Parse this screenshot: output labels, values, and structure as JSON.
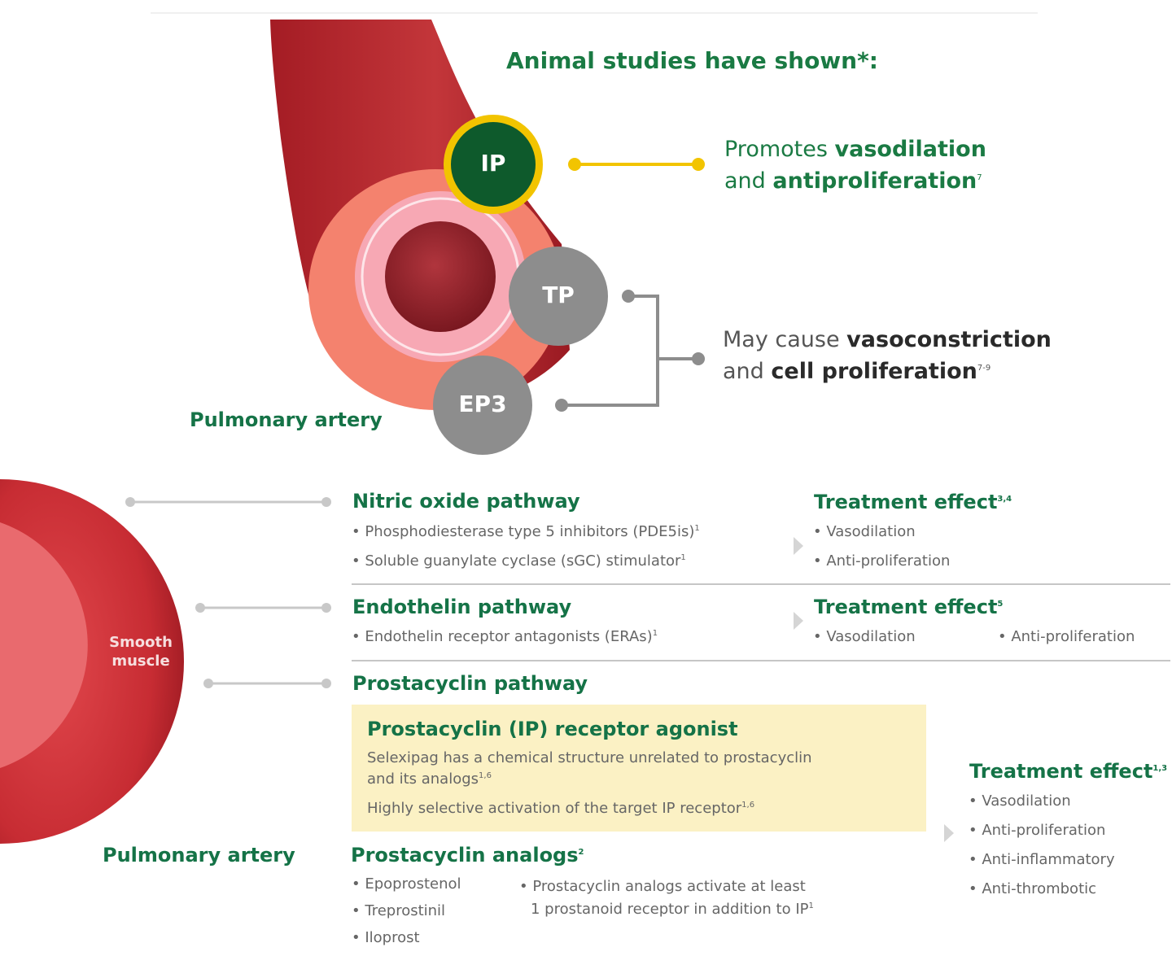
{
  "top": {
    "heading": "Animal studies have shown*:",
    "receptors": {
      "ip": "IP",
      "tp": "TP",
      "ep3": "EP3"
    },
    "ip_effect": {
      "line1_prefix": "Promotes ",
      "line1_bold": "vasodilation",
      "line2_prefix": "and ",
      "line2_bold": "antiproliferation",
      "line2_sup": "7"
    },
    "tp_ep3_effect": {
      "line1_prefix": "May cause ",
      "line1_bold": "vasoconstriction",
      "line2_prefix": "and ",
      "line2_bold": "cell proliferation",
      "line2_sup": "7-9"
    },
    "artery_label": "Pulmonary artery"
  },
  "bottom": {
    "smooth_muscle_label_1": "Smooth",
    "smooth_muscle_label_2": "muscle",
    "artery_label": "Pulmonary artery",
    "nitric": {
      "title": "Nitric oxide pathway",
      "items": [
        {
          "text": "• Phosphodiesterase type 5 inhibitors (PDE5is)",
          "sup": "1"
        },
        {
          "text": "• Soluble guanylate cyclase (sGC) stimulator",
          "sup": "1"
        }
      ],
      "effect_title": "Treatment effect",
      "effect_sup": "3,4",
      "effects": [
        "• Vasodilation",
        "• Anti-proliferation"
      ]
    },
    "endothelin": {
      "title": "Endothelin pathway",
      "items": [
        {
          "text": "• Endothelin receptor antagonists (ERAs)",
          "sup": "1"
        }
      ],
      "effect_title": "Treatment effect",
      "effect_sup": "5",
      "effects": [
        "• Vasodilation",
        "• Anti-proliferation"
      ]
    },
    "prostacyclin": {
      "title": "Prostacyclin pathway",
      "agonist_box": {
        "title": "Prostacyclin (IP) receptor agonist",
        "text1_line1": "Selexipag has a chemical structure unrelated to prostacyclin",
        "text1_line2": "and its analogs",
        "text1_sup": "1,6",
        "text2": "Highly selective activation of the target IP receptor",
        "text2_sup": "1,6"
      },
      "analogs_title": "Prostacyclin analogs",
      "analogs_sup": "2",
      "analogs": [
        "• Epoprostenol",
        "• Treprostinil",
        "• Iloprost"
      ],
      "analogs_note_line1": "• Prostacyclin analogs activate at least",
      "analogs_note_line2": "1 prostanoid receptor in addition to IP",
      "analogs_note_sup": "1",
      "effect_title": "Treatment effect",
      "effect_sup": "1,3",
      "effects": [
        "• Vasodilation",
        "• Anti-proliferation",
        "• Anti-inflammatory",
        "• Anti-thrombotic"
      ]
    }
  },
  "colors": {
    "green": "#157347",
    "dark_green_circle": "#0e5a2c",
    "yellow": "#f2c400",
    "grey_circle": "#8d8d8d",
    "artery_red": "#a8242a",
    "salmon": "#f4826e",
    "pink": "#f7a8b4",
    "box_yellow": "#fbf1c4"
  }
}
